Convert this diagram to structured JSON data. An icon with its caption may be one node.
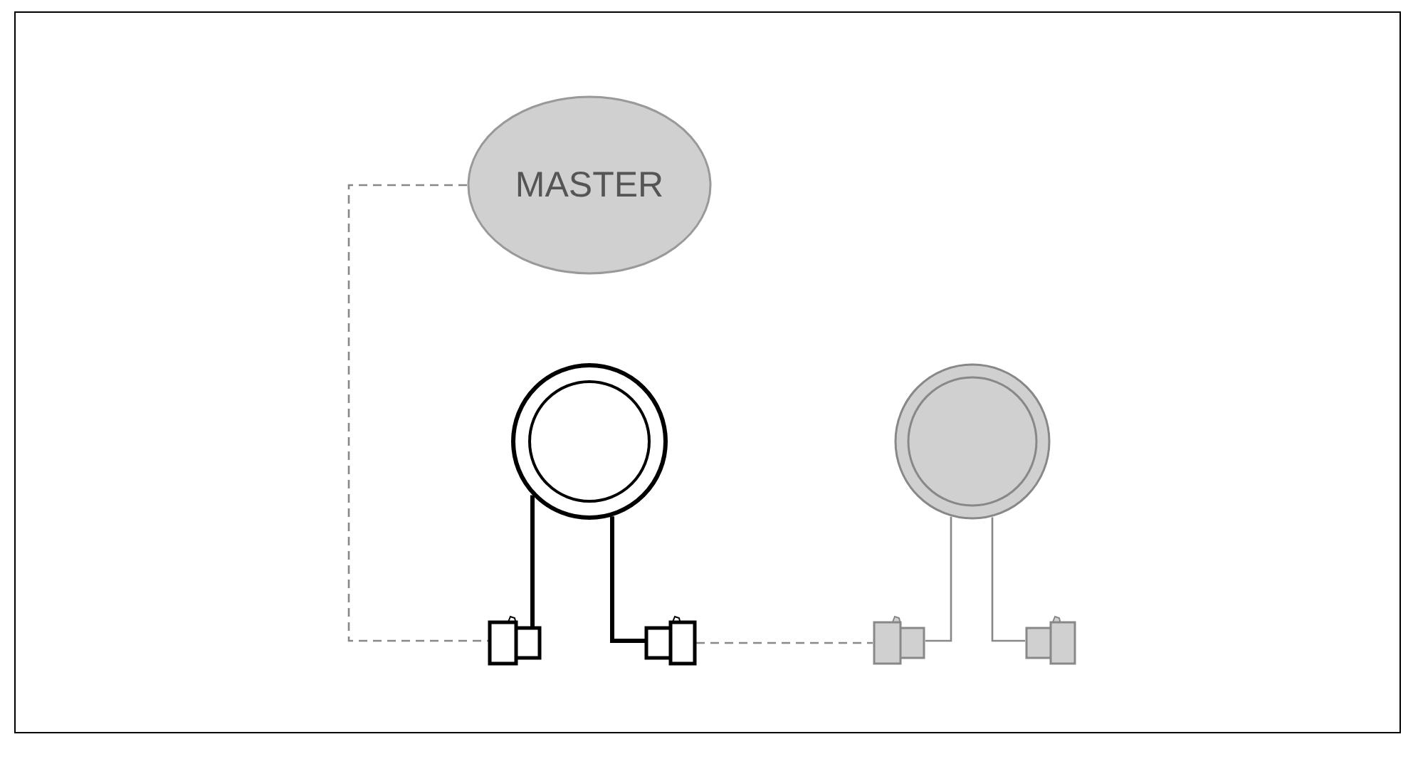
{
  "diagram": {
    "nodes": [
      {
        "text": [
          "MASTER"
        ]
      },
      {
        "text": [],
        "shape": "circle"
      },
      {
        "text": [],
        "shape": "box"
      },
      {
        "text": [],
        "shape": "box"
      },
      {
        "text": [],
        "shape": "circle"
      },
      {
        "text": [],
        "shape": "box"
      },
      {
        "text": [],
        "shape": "box"
      }
    ],
    "edges": [
      {
        "from": 0,
        "to": 2,
        "arrow": "none",
        "style": "dashed"
      },
      {
        "from": 1,
        "to": 2,
        "arrow": "none",
        "style": "thick",
        "color": "#000000"
      },
      {
        "from": 1,
        "to": 3,
        "arrow": "none",
        "style": "thick",
        "color": "#000000"
      },
      {
        "from": 3,
        "to": 5,
        "arrow": "none",
        "style": "dashed"
      },
      {
        "from": 4,
        "to": 5,
        "arrow": "none"
      },
      {
        "from": 4,
        "to": 6,
        "arrow": "none"
      }
    ]
  }
}
